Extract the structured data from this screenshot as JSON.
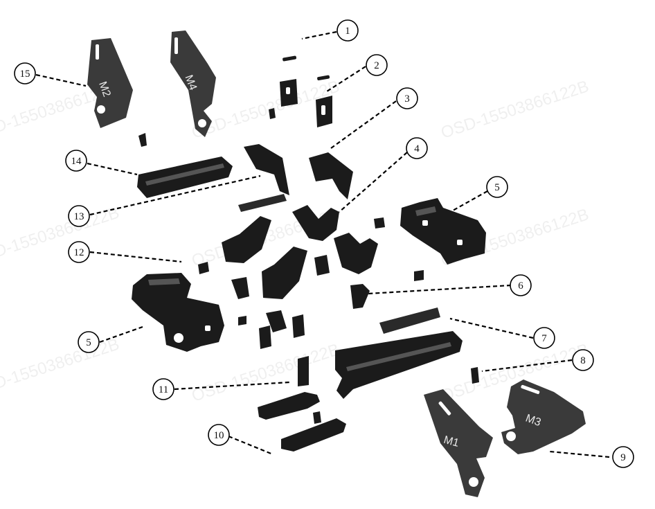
{
  "watermark": "OSD-15503866122B",
  "callouts": [
    "1",
    "2",
    "3",
    "4",
    "5",
    "5",
    "6",
    "7",
    "8",
    "9",
    "10",
    "11",
    "12",
    "13",
    "14",
    "15"
  ],
  "plates": {
    "m1": "M1",
    "m2": "M2",
    "m3": "M3",
    "m4": "M4"
  }
}
